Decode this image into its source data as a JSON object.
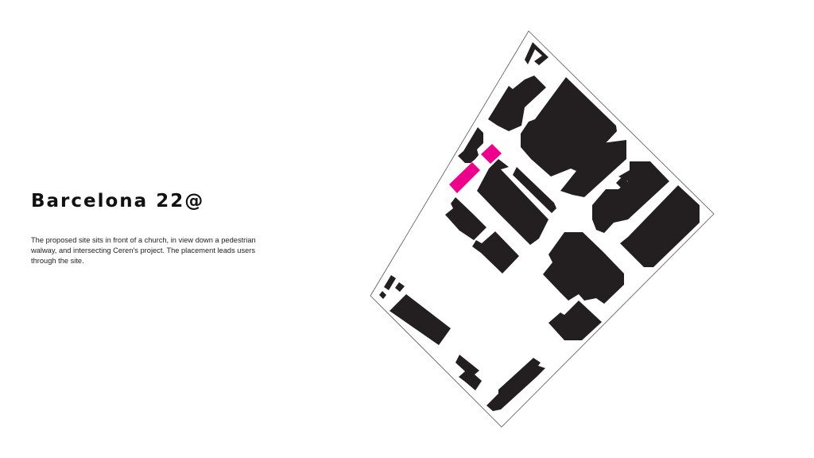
{
  "slide": {
    "title": "Barcelona 22@",
    "description": "The proposed site sits in front of a church, in view down a pedestrian walway, and intersecting Ceren's project. The placement leads users through the site."
  },
  "map": {
    "type": "figure-ground site plan",
    "boundary_color": "#555555",
    "building_color": "#231f20",
    "site_highlight_color": "#ec008c",
    "legend": []
  }
}
